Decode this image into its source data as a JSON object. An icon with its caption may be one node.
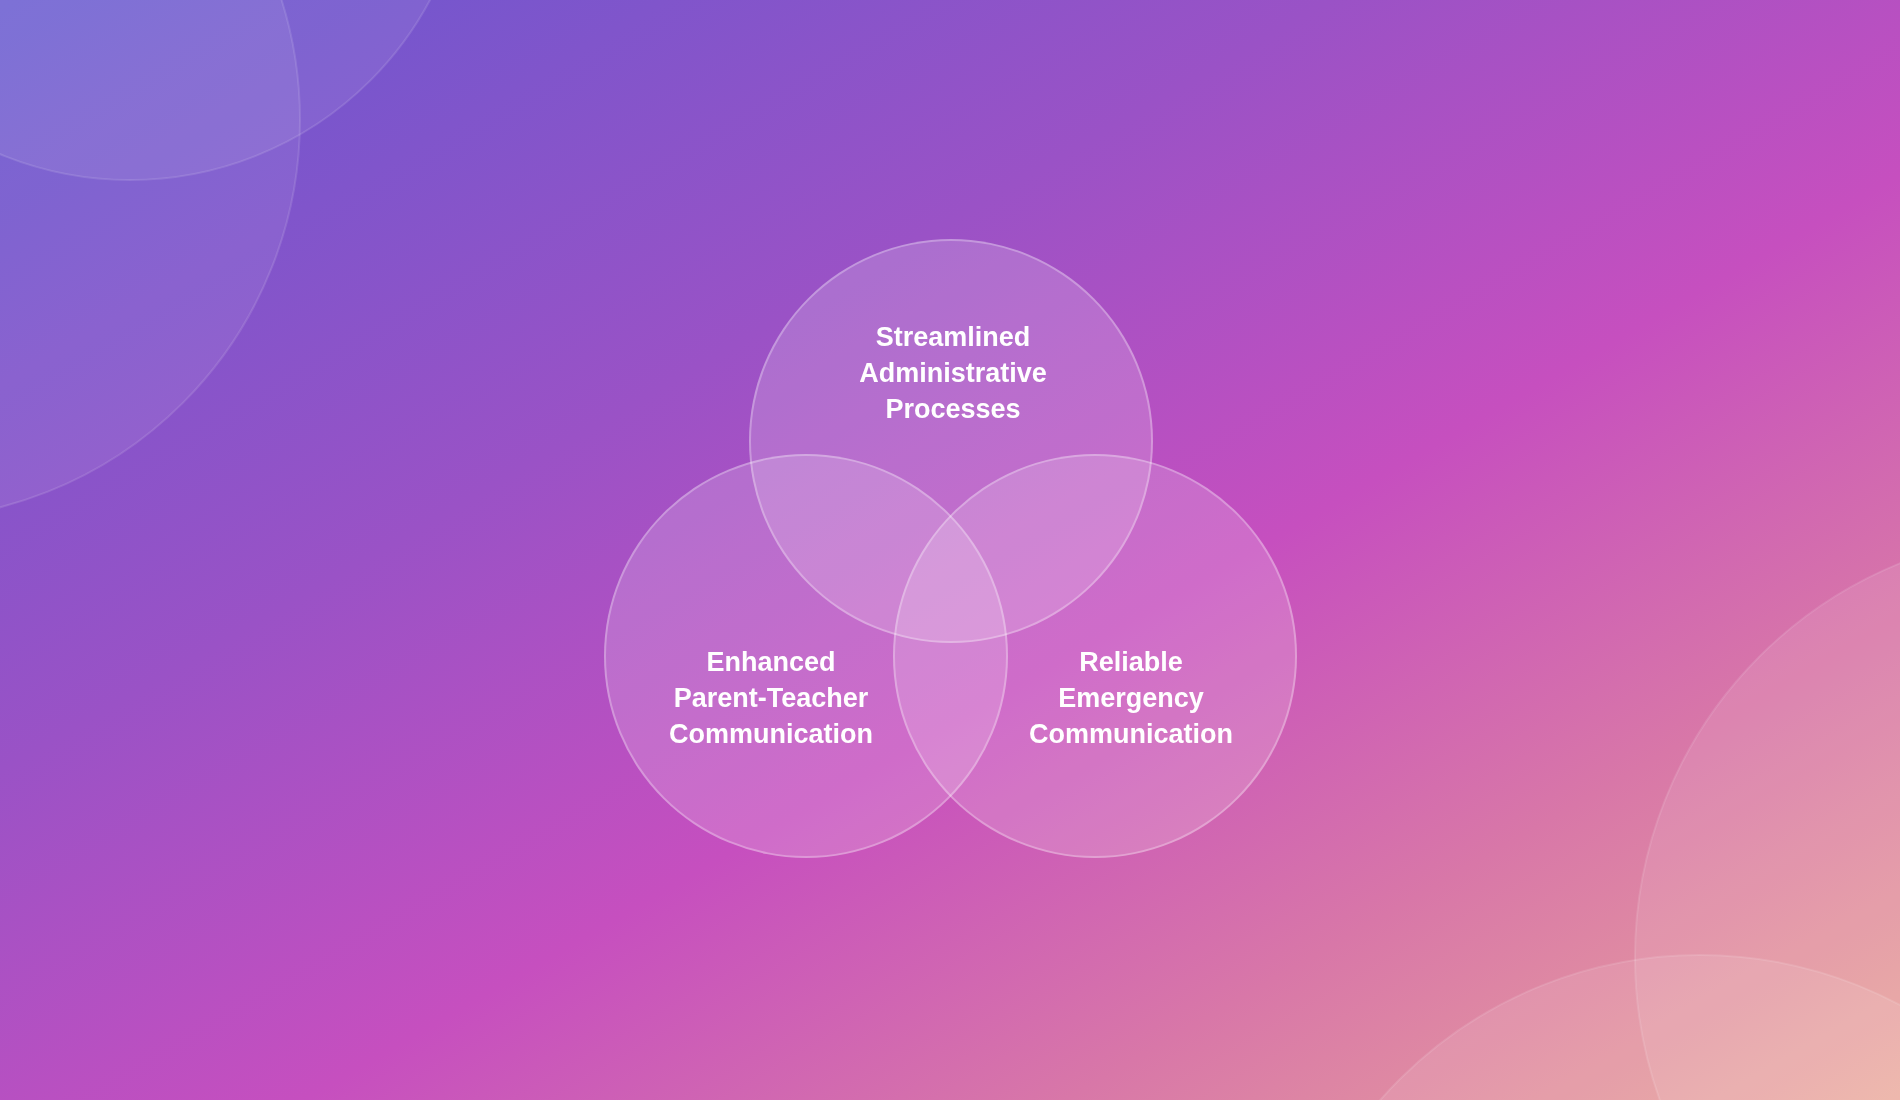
{
  "diagram": {
    "nodes": [
      {
        "text": [
          "Streamlined Administrative Processes"
        ]
      },
      {
        "text": [
          "Enhanced Parent-Teacher Communication"
        ]
      },
      {
        "text": [
          "Reliable Emergency Communication"
        ]
      }
    ]
  }
}
